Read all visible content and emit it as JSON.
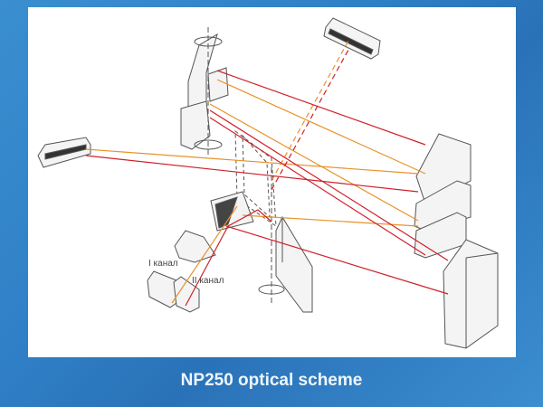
{
  "caption": "NP250 optical scheme",
  "diagram": {
    "labels": {
      "channel_1": "I канал",
      "channel_2": "II канал"
    },
    "colors": {
      "ray_orange": "#e8922a",
      "ray_red": "#d0202a",
      "outline": "#555555"
    }
  }
}
